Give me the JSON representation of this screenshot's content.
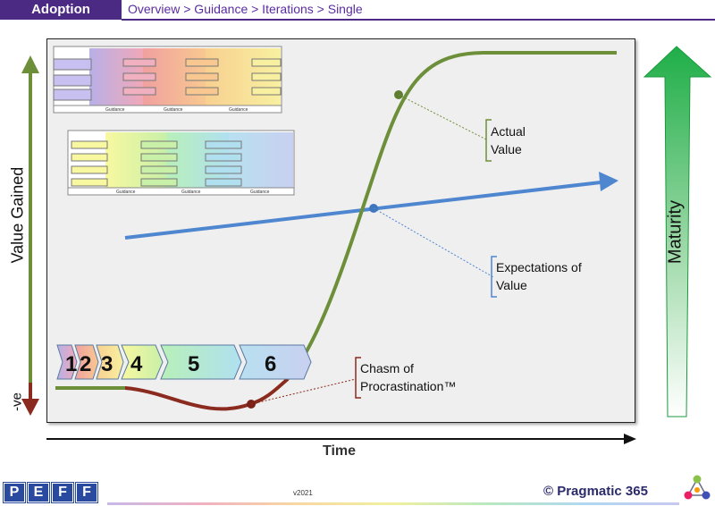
{
  "header": {
    "tab": "Adoption",
    "breadcrumb": "Overview > Guidance > Iterations > Single"
  },
  "axes": {
    "y_label": "Value Gained",
    "y_negative": "-ve",
    "x_label": "Time",
    "maturity": "Maturity"
  },
  "callouts": {
    "actual_value": [
      "Actual",
      "Value"
    ],
    "expectations": [
      "Expectations of",
      "Value"
    ],
    "chasm": [
      "Chasm of",
      "Procrastination™"
    ]
  },
  "steps": [
    "1",
    "2",
    "3",
    "4",
    "5",
    "6"
  ],
  "thumbnails": {
    "top_labels": [
      "Guidance",
      "Guidance",
      "Guidance"
    ],
    "bottom_labels": [
      "Guidance",
      "Guidance",
      "Guidance"
    ]
  },
  "footer": {
    "version": "v2021",
    "peff": [
      "P",
      "E",
      "F",
      "F"
    ],
    "brand": "© Pragmatic 365"
  },
  "colors": {
    "header": "#4a2a82",
    "actual_curve": "#6e8f3a",
    "chasm_curve": "#8b2a1e",
    "expectation_line": "#4f86d0",
    "maturity_top": "#22b24a",
    "maturity_bottom": "#ffffff"
  }
}
